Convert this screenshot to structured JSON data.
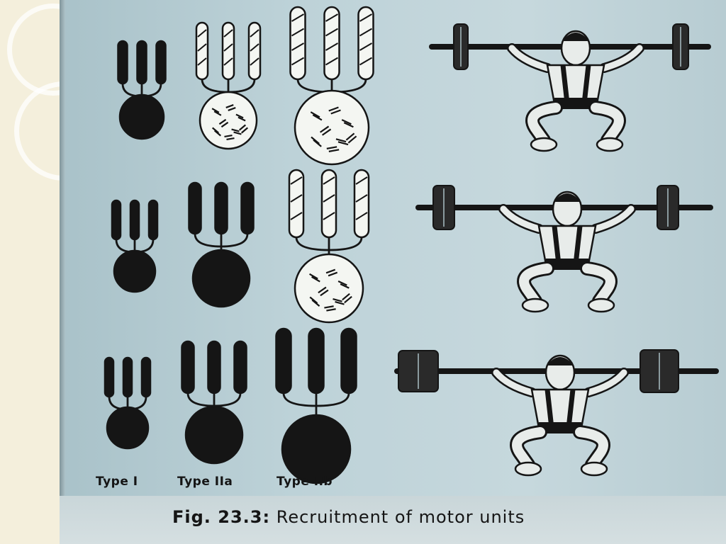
{
  "figure": {
    "type_labels": [
      "Type I",
      "Type IIa",
      "Type IIb"
    ],
    "caption_number": "Fig. 23.3:",
    "caption_text": "Recruitment of motor units"
  },
  "colors": {
    "ink": "#151515",
    "paper": "#bdd2d8",
    "slide_bg": "#f3edd9"
  },
  "rows": [
    {
      "row": "light-load",
      "type_I": "recruited",
      "type_IIa": "not-recruited",
      "type_IIb": "not-recruited"
    },
    {
      "row": "moderate-load",
      "type_I": "recruited",
      "type_IIa": "recruited",
      "type_IIb": "not-recruited"
    },
    {
      "row": "heavy-load",
      "type_I": "recruited",
      "type_IIa": "recruited",
      "type_IIb": "recruited"
    }
  ]
}
